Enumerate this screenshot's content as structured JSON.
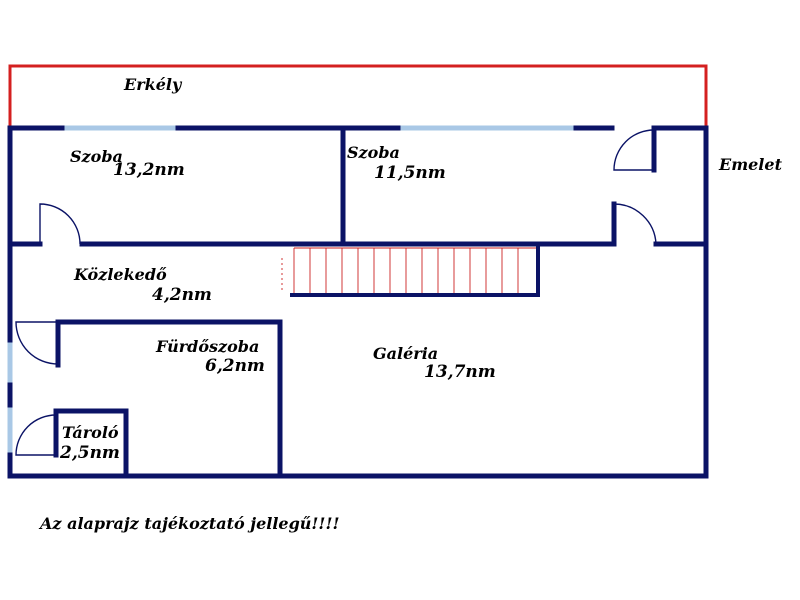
{
  "floor_label": "Emelet",
  "note": "Az alaprajz tajékoztató jellegű!!!!",
  "rooms": {
    "balcony": {
      "name": "Erkély"
    },
    "room1": {
      "name": "Szoba",
      "area": "13,2nm"
    },
    "room2": {
      "name": "Szoba",
      "area": "11,5nm"
    },
    "corridor": {
      "name": "Közlekedő",
      "area": "4,2nm"
    },
    "bathroom": {
      "name": "Fürdőszoba",
      "area": "6,2nm"
    },
    "storage": {
      "name": "Tároló",
      "area": "2,5nm"
    },
    "gallery": {
      "name": "Galéria",
      "area": "13,7nm"
    }
  },
  "colors": {
    "wall": "#0b1366",
    "balcony_railing": "#d42020",
    "window": "#a9c8e6",
    "stair": "#cc2222"
  }
}
